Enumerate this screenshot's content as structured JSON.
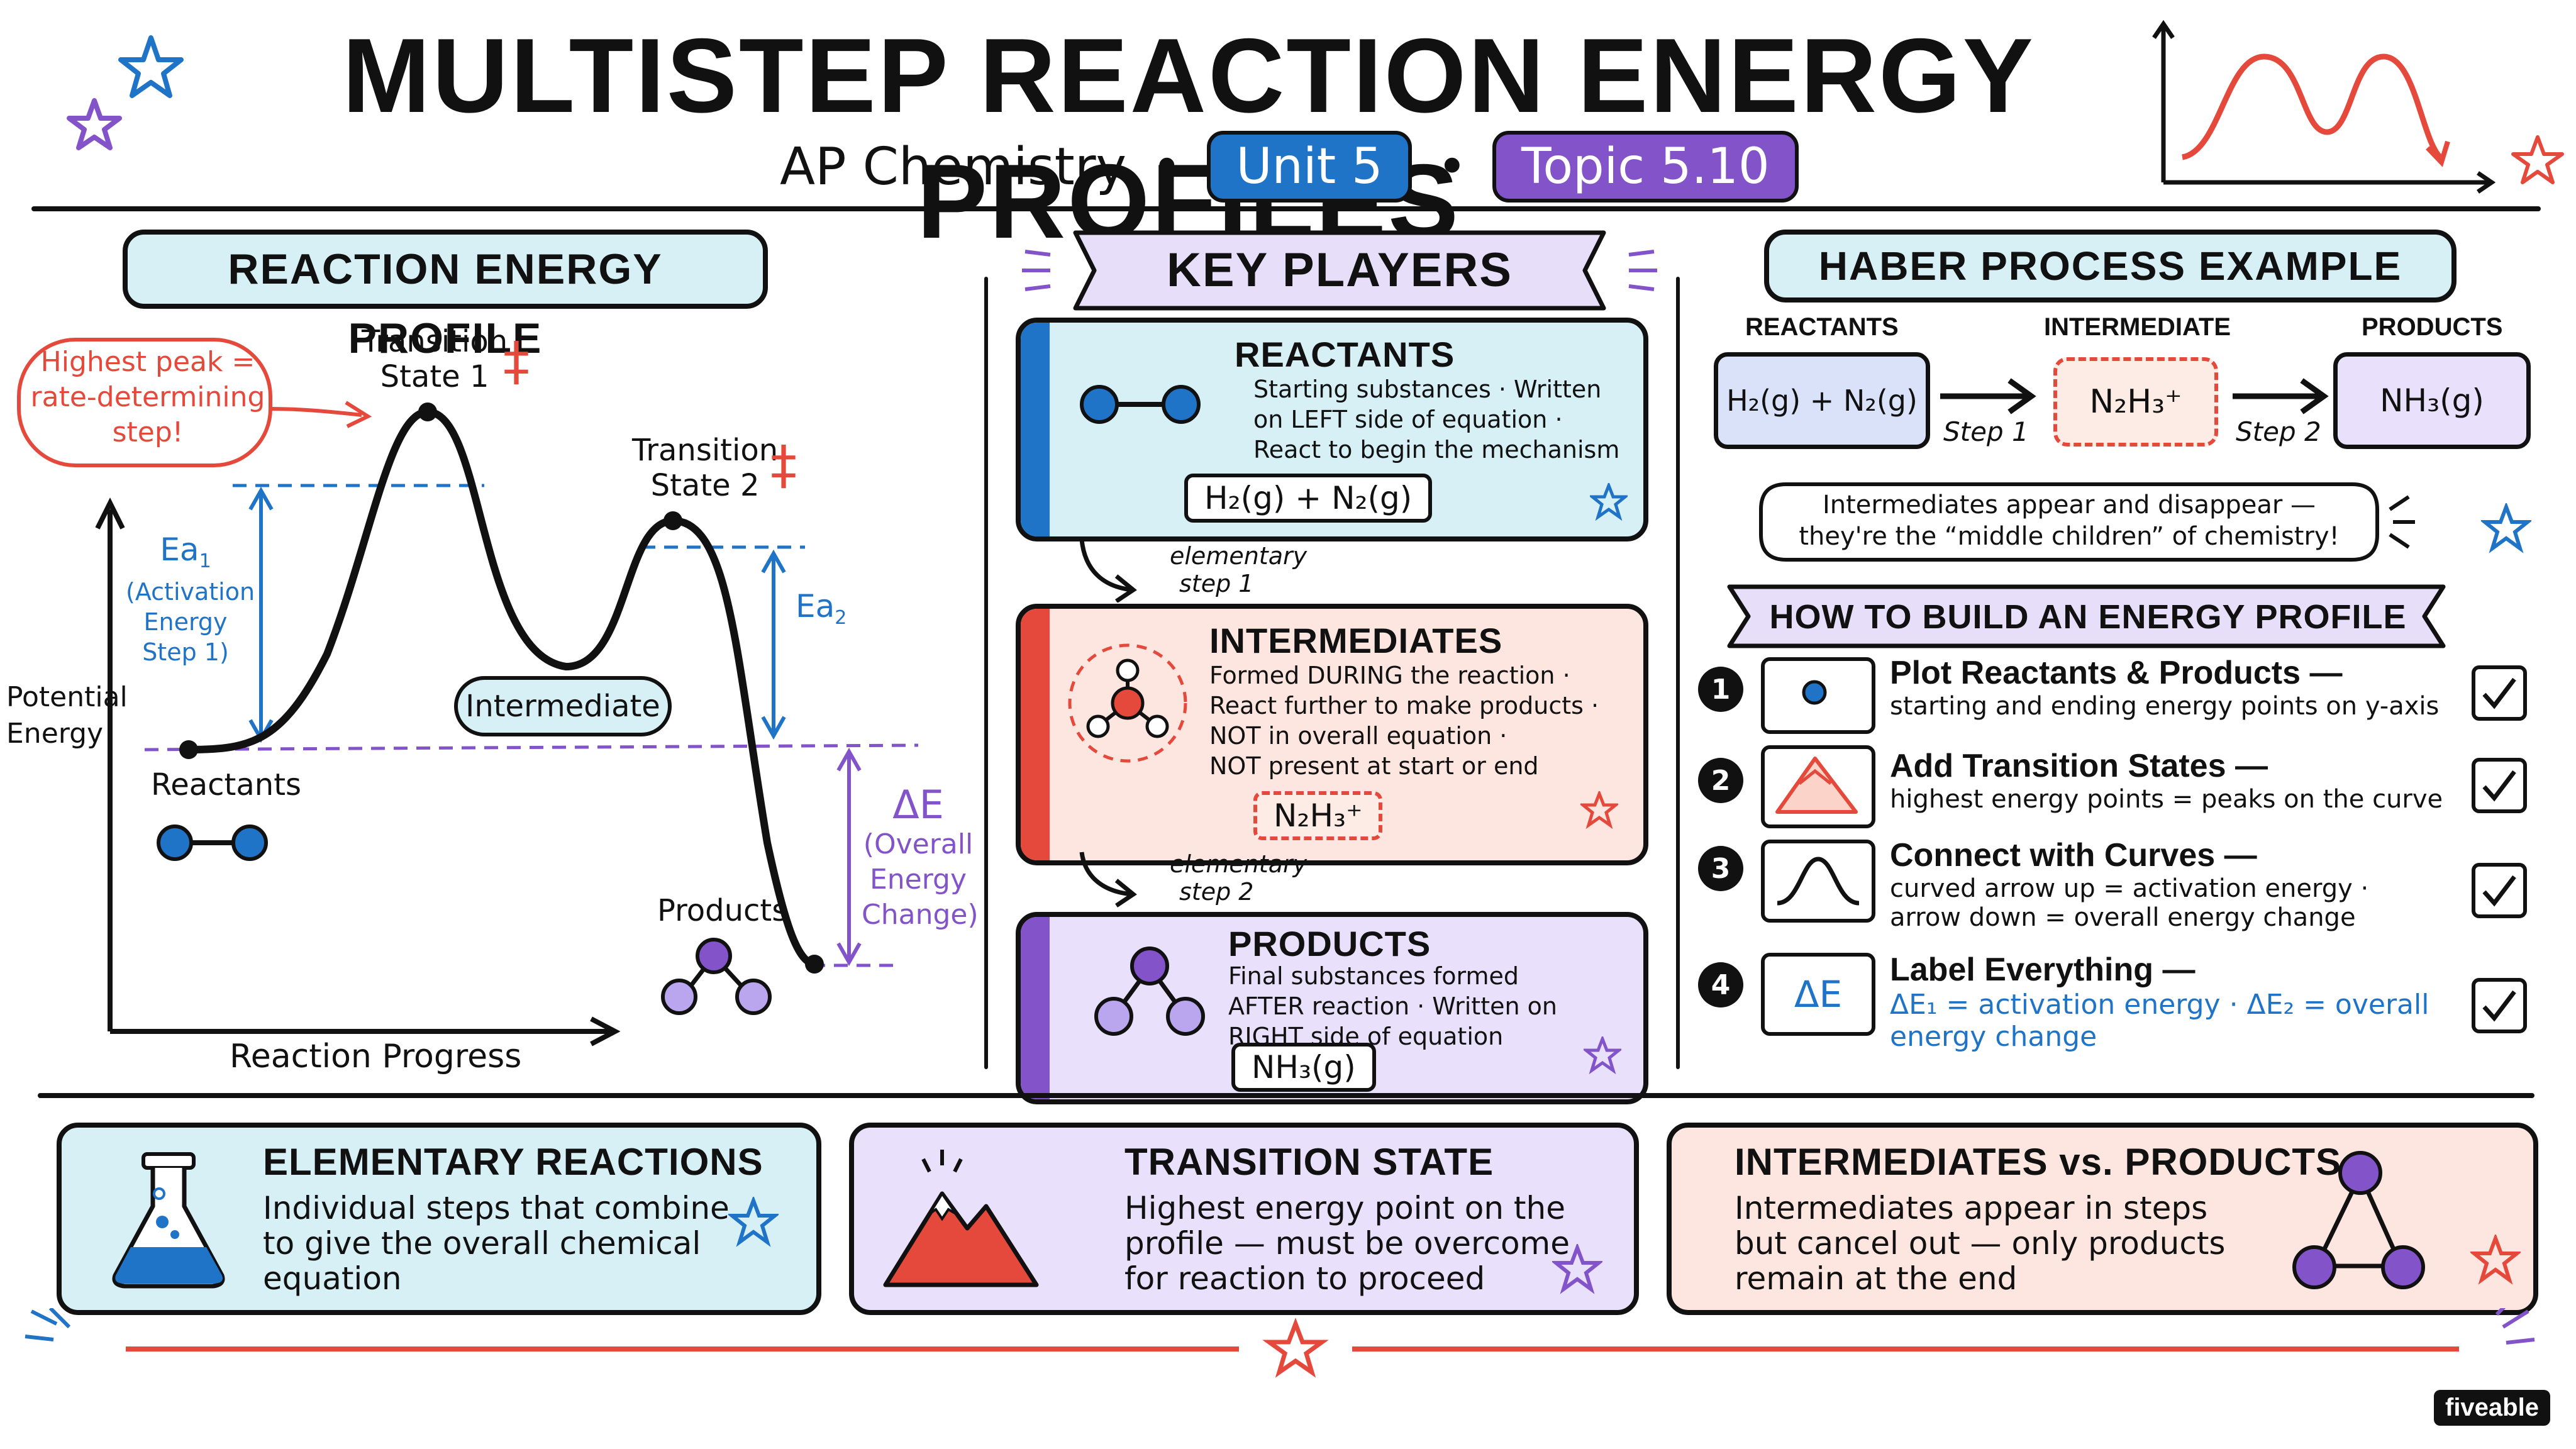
{
  "header": {
    "title": "MULTISTEP REACTION ENERGY PROFILES",
    "course": "AP Chemistry",
    "bullet": "•",
    "unit": "Unit 5",
    "topic": "Topic 5.10"
  },
  "energy_profile": {
    "heading": "REACTION ENERGY PROFILE",
    "y_axis_label_1": "Potential",
    "y_axis_label_2": "Energy",
    "x_axis_label": "Reaction Progress",
    "callout_1": "Highest peak =",
    "callout_2": "rate-determining",
    "callout_3": "step!",
    "ts1_1": "Transition",
    "ts1_2": "State 1",
    "ts2_1": "Transition",
    "ts2_2": "State 2",
    "dagger": "‡",
    "ea1": "Ea",
    "ea1_sub": "1",
    "ea1_note_1": "(Activation",
    "ea1_note_2": "Energy",
    "ea1_note_3": "Step 1)",
    "ea2": "Ea",
    "ea2_sub": "2",
    "intermediate": "Intermediate",
    "reactants": "Reactants",
    "products": "Products",
    "delta_e": "ΔE",
    "delta_note_1": "(Overall",
    "delta_note_2": "Energy",
    "delta_note_3": "Change)"
  },
  "key_players": {
    "heading": "KEY PLAYERS",
    "reactants": {
      "title": "REACTANTS",
      "line1": "Starting substances · Written",
      "line2": "on LEFT side of equation ·",
      "line3": "React to begin the mechanism",
      "equation": "H₂(g) + N₂(g)"
    },
    "arrow1_1": "elementary",
    "arrow1_2": "step 1",
    "intermediates": {
      "title": "INTERMEDIATES",
      "line1": "Formed DURING the reaction ·",
      "line2": "React further to make products ·",
      "line3": "NOT in overall equation ·",
      "line4": "NOT present at start or end",
      "equation": "N₂H₃⁺"
    },
    "arrow2_1": "elementary",
    "arrow2_2": "step 2",
    "products": {
      "title": "PRODUCTS",
      "line1": "Final substances formed",
      "line2": "AFTER reaction · Written on",
      "line3": "RIGHT side of equation",
      "equation": "NH₃(g)"
    }
  },
  "haber": {
    "heading": "HABER PROCESS EXAMPLE",
    "col_reactants": "REACTANTS",
    "col_intermediate": "INTERMEDIATE",
    "col_products": "PRODUCTS",
    "reactants_eq": "H₂(g) + N₂(g)",
    "intermediate_eq": "N₂H₃⁺",
    "products_eq": "NH₃(g)",
    "step1": "Step 1",
    "step2": "Step 2",
    "bubble_1": "Intermediates appear and disappear —",
    "bubble_2": "they're the “middle children” of chemistry!"
  },
  "how_to": {
    "heading": "HOW TO BUILD AN ENERGY PROFILE",
    "steps": [
      {
        "n": "1",
        "title": "Plot Reactants & Products —",
        "desc": "starting and ending energy points on y-axis"
      },
      {
        "n": "2",
        "title": "Add Transition States —",
        "desc": "highest energy points = peaks on the curve"
      },
      {
        "n": "3",
        "title": "Connect with Curves —",
        "desc1": "curved arrow up = activation energy ·",
        "desc2": "arrow down = overall energy change"
      },
      {
        "n": "4",
        "title": "Label Everything —",
        "desc1": "ΔE₁ = activation energy · ΔE₂ = overall",
        "desc2": "energy change",
        "icon_text": "ΔE"
      }
    ]
  },
  "bottom": {
    "elementary": {
      "title": "ELEMENTARY REACTIONS",
      "line1": "Individual steps that combine",
      "line2": "to give the overall chemical",
      "line3": "equation"
    },
    "transition": {
      "title": "TRANSITION STATE",
      "line1": "Highest energy point on the",
      "line2": "profile — must be overcome",
      "line3": "for reaction to proceed"
    },
    "intermediates": {
      "title": "INTERMEDIATES vs. PRODUCTS",
      "line1": "Intermediates appear in steps",
      "line2": "but cancel out — only products",
      "line3": "remain at the end"
    }
  },
  "brand": "fiveable",
  "colors": {
    "blue": "#1f74c7",
    "purple": "#8354c9",
    "red": "#e5493b",
    "light_blue": "#d8f0f6",
    "light_purple": "#e9e1fb",
    "light_red": "#fde6df"
  }
}
